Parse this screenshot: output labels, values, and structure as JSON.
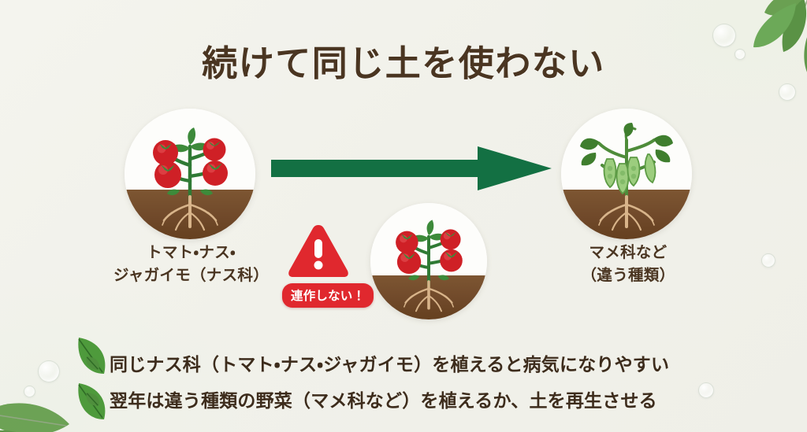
{
  "page": {
    "title": "続けて同じ土を使わない",
    "background_color": "#f2f2ec",
    "title_color": "#4a3521"
  },
  "diagram": {
    "arrow": {
      "name": "rotation-arrow",
      "color": "#137043",
      "direction": "right"
    },
    "left_crop": {
      "icon": "tomato-plant-icon",
      "caption_line1": "トマト・ナス・",
      "caption_line2": "ジャガイモ（ナス科）",
      "soil_color": "#70492a",
      "fruit_color": "#cf2026"
    },
    "repeat_crop": {
      "icon": "tomato-plant-icon",
      "soil_color": "#70492a",
      "fruit_color": "#cf2026"
    },
    "right_crop": {
      "icon": "pea-plant-icon",
      "caption_line1": "マメ科など",
      "caption_line2": "（違う種類）",
      "soil_color": "#70492a",
      "leaf_color": "#4e8c3a"
    },
    "warning": {
      "icon": "warning-triangle-icon",
      "badge_label": "連作しない！",
      "badge_color": "#e0282e"
    }
  },
  "notes": {
    "bullet_icon": "leaf-icon",
    "bullet_icon_color": "#4f8f3d",
    "items": [
      {
        "text": "同じナス科（トマト・ナス・ジャガイモ）を植えると病気になりやすい"
      },
      {
        "text": "翌年は違う種類の野菜（マメ科など）を植えるか、土を再生させる"
      }
    ]
  },
  "decorations": {
    "top_right": "leaf-sprig-decoration",
    "bottom_left": "leaf-sprig-decoration",
    "droplets": "water-droplet-decoration"
  }
}
